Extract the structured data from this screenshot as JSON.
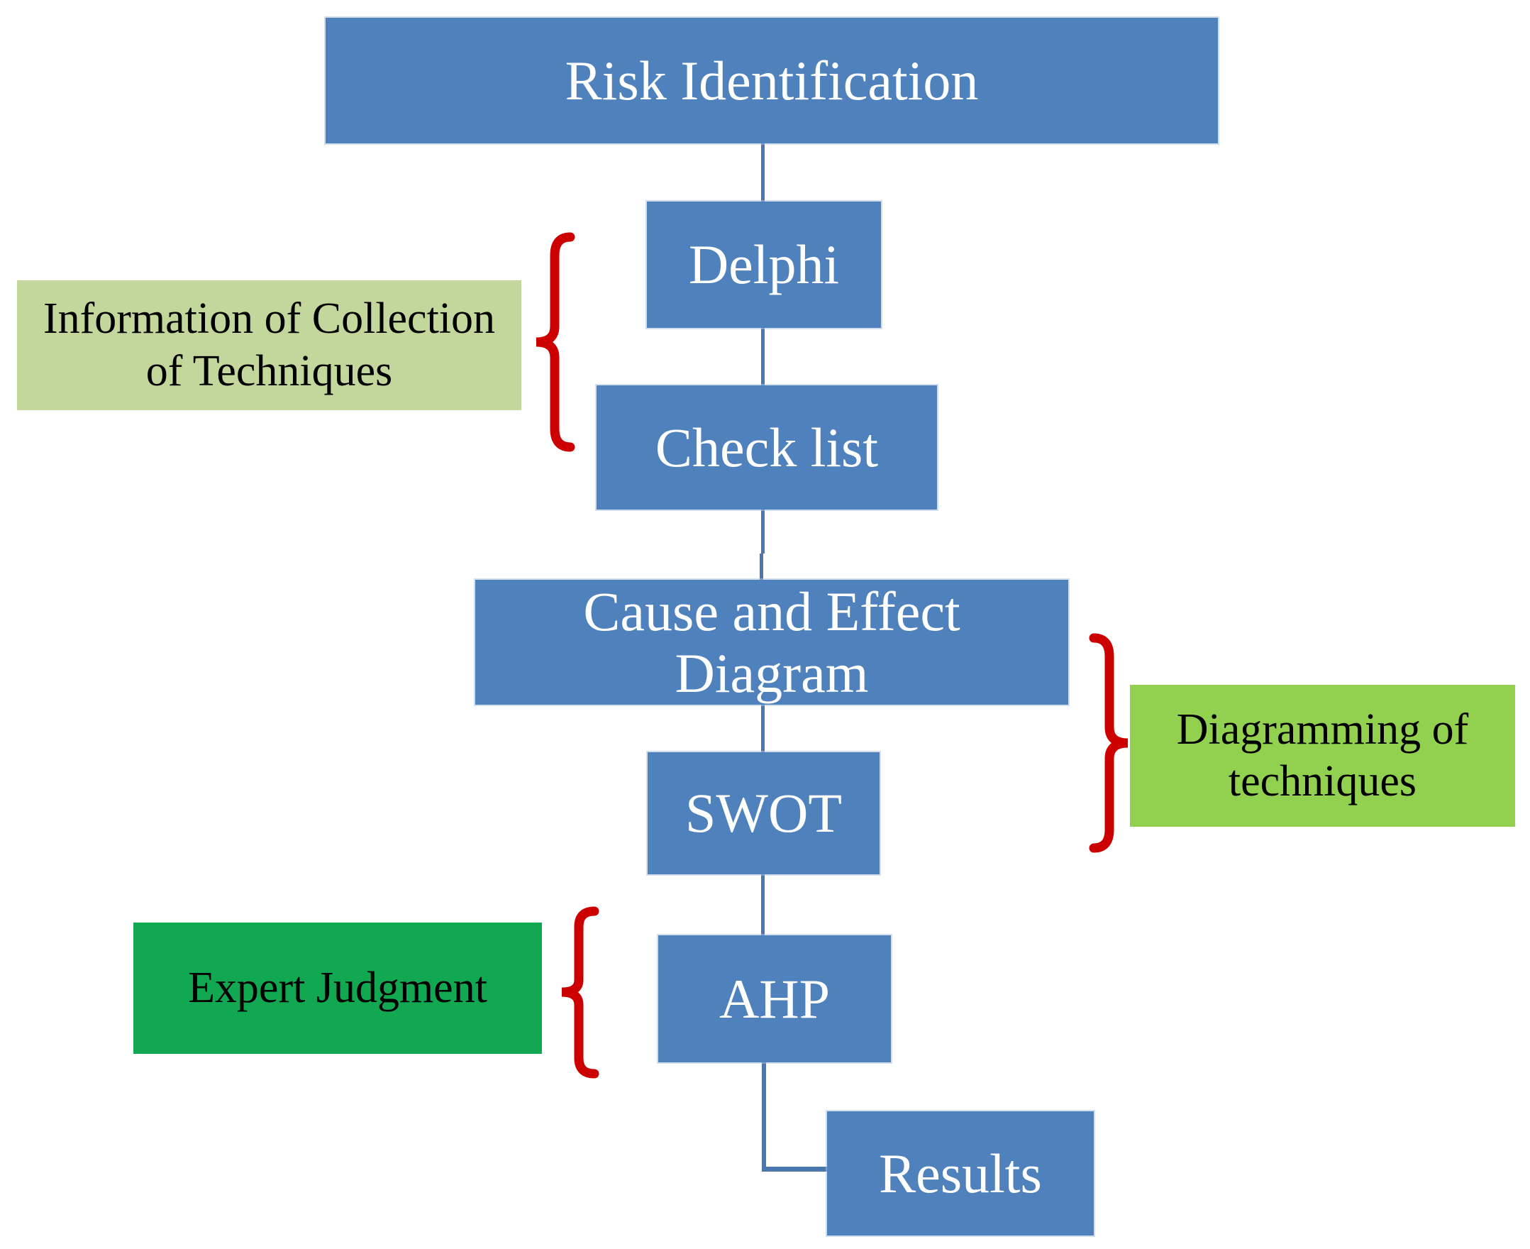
{
  "diagram": {
    "nodes": {
      "risk_identification": "Risk Identification",
      "delphi": "Delphi",
      "check_list": "Check list",
      "cause_effect": [
        "Cause and Effect",
        "Diagram"
      ],
      "swot": "SWOT",
      "ahp": "AHP",
      "results": "Results"
    },
    "labels": {
      "info_collection": [
        "Information of Collection",
        "of Techniques"
      ],
      "diagramming": [
        "Diagramming of",
        "techniques"
      ],
      "expert_judgment": "Expert Judgment"
    },
    "colors": {
      "node_fill": "#4f81bd",
      "node_text": "#ffffff",
      "connector": "#4a77ad",
      "info_collection_fill": "#c3d69b",
      "diagramming_fill": "#92d050",
      "expert_judgment_fill": "#12a852",
      "label_text": "#000000",
      "brace": "#cc0000"
    }
  }
}
